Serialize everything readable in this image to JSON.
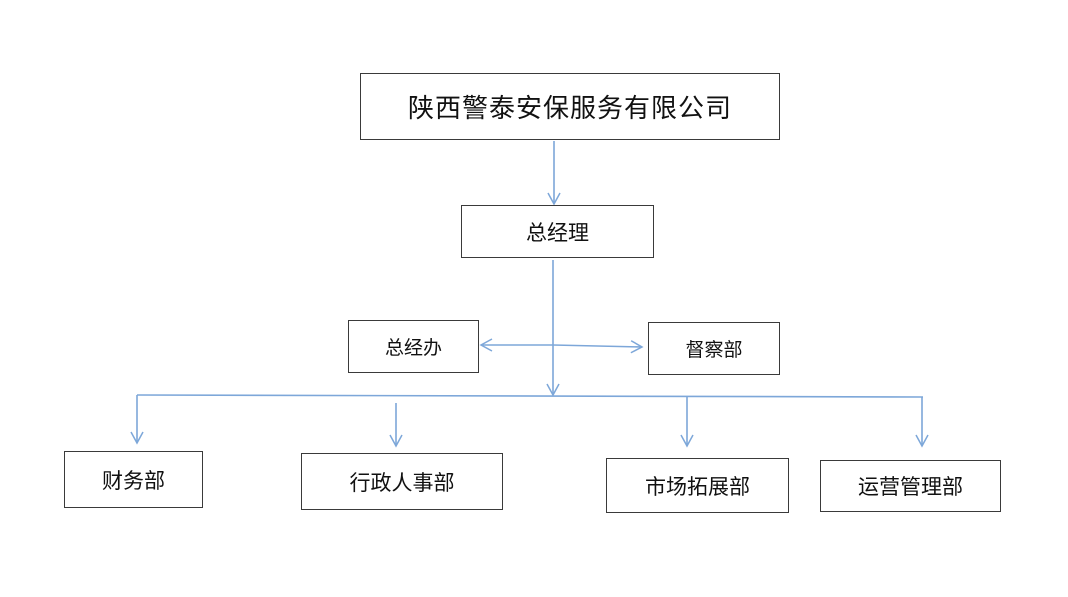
{
  "org_chart": {
    "company": "陕西警泰安保服务有限公司",
    "general_manager": "总经理",
    "side_units": {
      "left": "总经办",
      "right": "督察部"
    },
    "departments": [
      "财务部",
      "行政人事部",
      "市场拓展部",
      "运营管理部"
    ]
  },
  "colors": {
    "connector": "#7da7d9",
    "box_border": "#3a3a3a",
    "text": "#111111"
  }
}
